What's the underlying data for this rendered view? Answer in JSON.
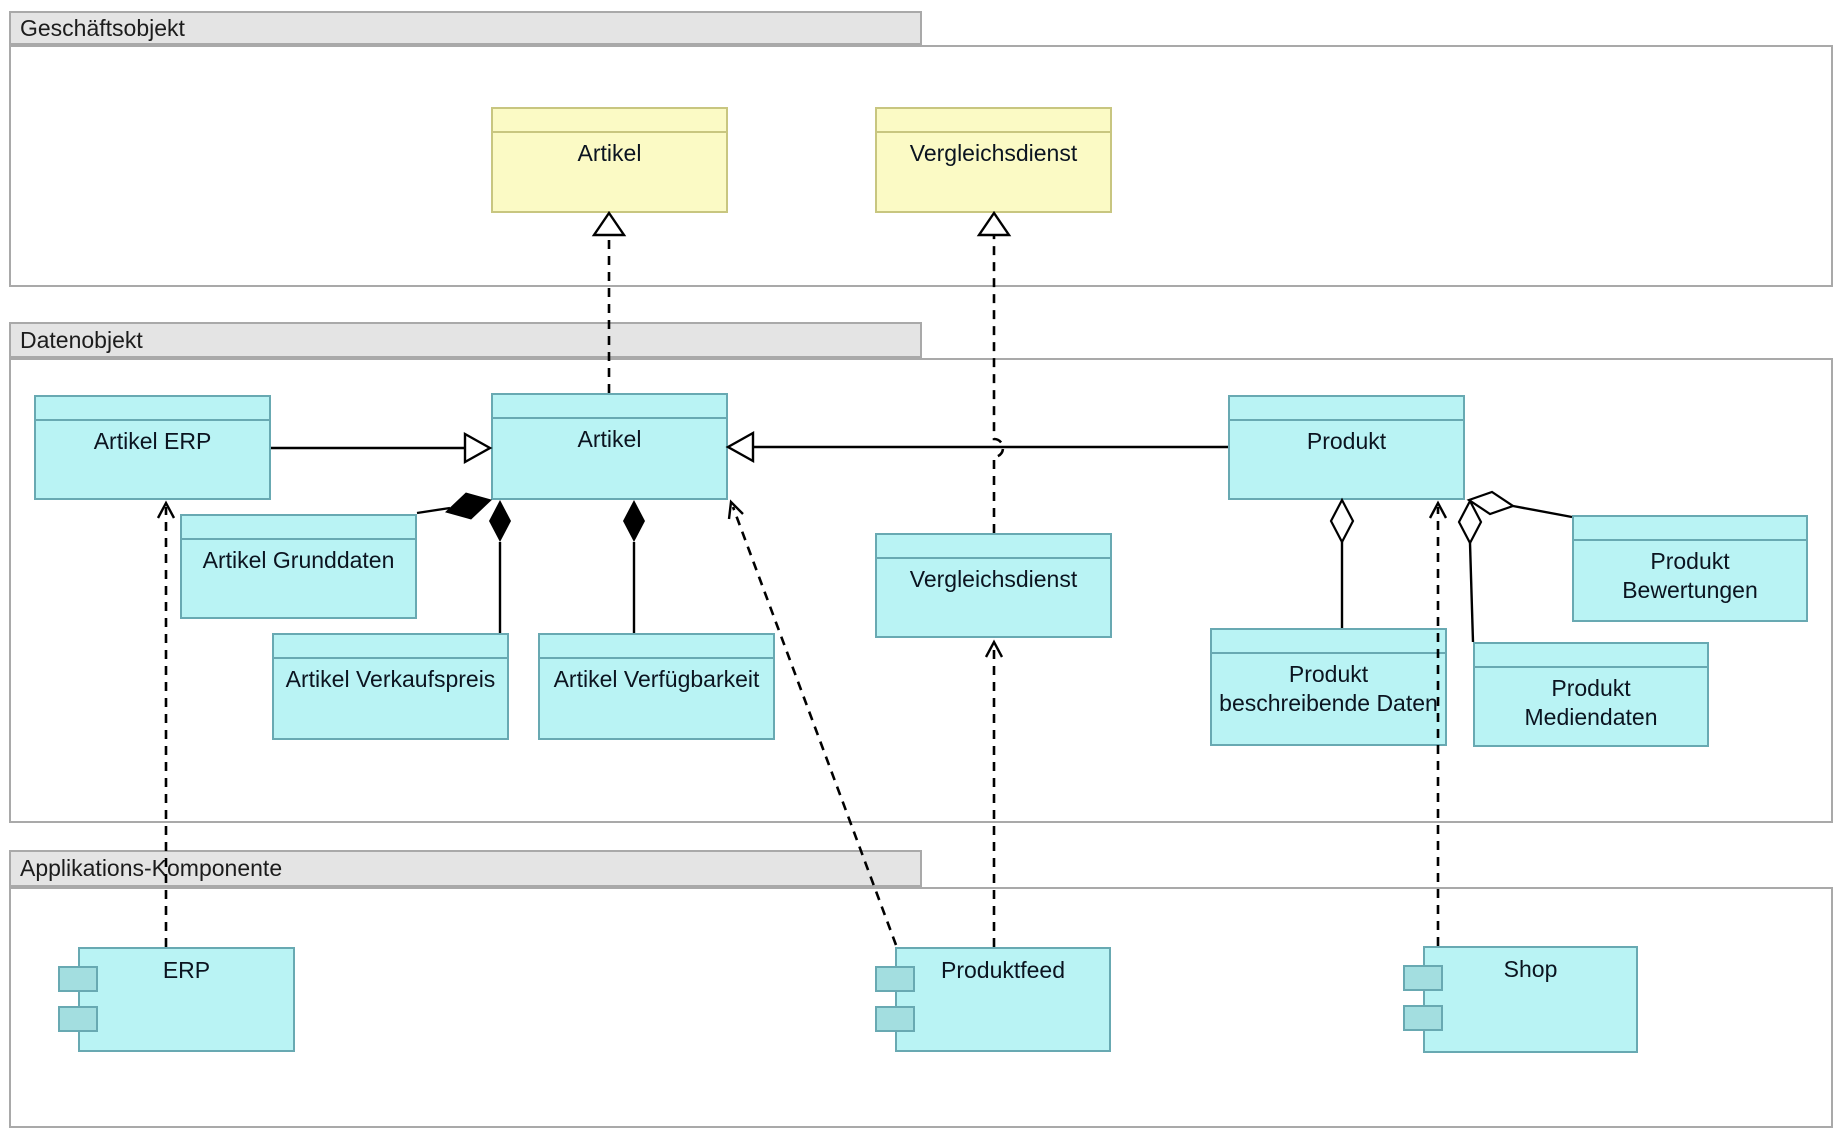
{
  "diagram": {
    "sections": [
      {
        "label": "Geschäftsobjekt"
      },
      {
        "label": "Datenobjekt"
      },
      {
        "label": "Applikations-Komponente"
      }
    ],
    "nodes": {
      "business_artikel": {
        "label": "Artikel",
        "kind": "business-object"
      },
      "business_vergleichsdienst": {
        "label": "Vergleichsdienst",
        "kind": "business-object"
      },
      "artikel_erp": {
        "label": "Artikel ERP",
        "kind": "data-object"
      },
      "artikel": {
        "label": "Artikel",
        "kind": "data-object"
      },
      "artikel_grunddaten": {
        "label": "Artikel Grunddaten",
        "kind": "data-object"
      },
      "artikel_verkaufspreis": {
        "label": "Artikel Verkaufspreis",
        "kind": "data-object"
      },
      "artikel_verfuegbarkeit": {
        "label": "Artikel Verfügbarkeit",
        "kind": "data-object"
      },
      "vergleichsdienst": {
        "label": "Vergleichsdienst",
        "kind": "data-object"
      },
      "produkt": {
        "label": "Produkt",
        "kind": "data-object"
      },
      "produkt_beschreibende_daten": {
        "label": "Produkt\nbeschreibende Daten",
        "kind": "data-object"
      },
      "produkt_bewertungen": {
        "label": "Produkt\nBewertungen",
        "kind": "data-object"
      },
      "produkt_mediendaten": {
        "label": "Produkt\nMediendaten",
        "kind": "data-object"
      },
      "erp": {
        "label": "ERP",
        "kind": "application-component"
      },
      "produktfeed": {
        "label": "Produktfeed",
        "kind": "application-component"
      },
      "shop": {
        "label": "Shop",
        "kind": "application-component"
      }
    },
    "relations": [
      {
        "type": "realization",
        "from": "Artikel (Datenobjekt)",
        "to": "Artikel (Geschäftsobjekt)"
      },
      {
        "type": "realization",
        "from": "Vergleichsdienst (Datenobjekt)",
        "to": "Vergleichsdienst (Geschäftsobjekt)"
      },
      {
        "type": "specialization",
        "from": "Artikel ERP",
        "to": "Artikel"
      },
      {
        "type": "specialization",
        "from": "Produkt",
        "to": "Artikel"
      },
      {
        "type": "composition",
        "from": "Artikel",
        "to": "Artikel Grunddaten"
      },
      {
        "type": "composition",
        "from": "Artikel",
        "to": "Artikel Verkaufspreis"
      },
      {
        "type": "composition",
        "from": "Artikel",
        "to": "Artikel Verfügbarkeit"
      },
      {
        "type": "aggregation",
        "from": "Produkt",
        "to": "Produkt beschreibende Daten"
      },
      {
        "type": "aggregation",
        "from": "Produkt",
        "to": "Produkt Bewertungen"
      },
      {
        "type": "aggregation",
        "from": "Produkt",
        "to": "Produkt Mediendaten"
      },
      {
        "type": "dependency",
        "from": "ERP",
        "to": "Artikel ERP"
      },
      {
        "type": "dependency",
        "from": "Produktfeed",
        "to": "Vergleichsdienst"
      },
      {
        "type": "dependency",
        "from": "Produktfeed",
        "to": "Artikel"
      },
      {
        "type": "dependency",
        "from": "Shop",
        "to": "Produkt"
      }
    ],
    "colors": {
      "data_object_fill": "#b9f3f4",
      "data_object_border": "#68a9b2",
      "component_port_fill": "#a3dee0",
      "business_object_fill": "#fbfac5",
      "business_object_border": "#c8c680",
      "section_tab_fill": "#e4e4e4",
      "section_border": "#a9a9a9",
      "connector": "#000000",
      "text": "#0b1420"
    }
  }
}
